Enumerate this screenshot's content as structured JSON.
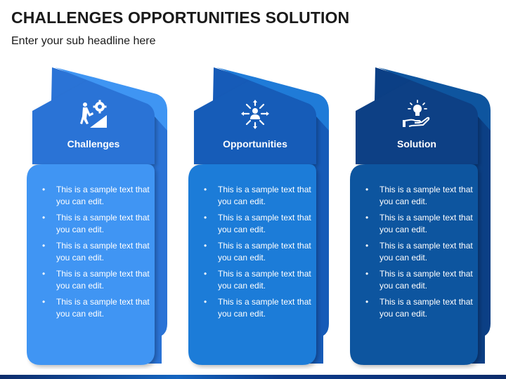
{
  "title": "CHALLENGES OPPORTUNITIES SOLUTION",
  "subtitle": "Enter your sub headline here",
  "colors": {
    "challenges_dark": "#2a73d6",
    "challenges_light": "#3f95f3",
    "opportunities_dark": "#165bb8",
    "opportunities_light": "#1f7bd8",
    "solution_dark": "#0b3f85",
    "solution_light": "#0e559f"
  },
  "columns": [
    {
      "label": "Challenges",
      "icon": "climber-gear-icon",
      "items": [
        "This is a sample text that you can edit.",
        "This is a sample text that you can edit.",
        "This is a sample text that you can edit.",
        "This is a sample text that you can edit.",
        "This is a sample text that you can edit."
      ]
    },
    {
      "label": "Opportunities",
      "icon": "person-arrows-icon",
      "items": [
        "This is a sample text that you can edit.",
        "This is a sample text that you can edit.",
        "This is a sample text that you can edit.",
        "This is a sample text that you can edit.",
        "This is a sample text that you can edit."
      ]
    },
    {
      "label": "Solution",
      "icon": "hand-lightbulb-icon",
      "items": [
        "This is a sample text that you can edit.",
        "This is a sample text that you can edit.",
        "This is a sample text that you can edit.",
        "This is a sample text that you can edit.",
        "This is a sample text that you can edit."
      ]
    }
  ]
}
